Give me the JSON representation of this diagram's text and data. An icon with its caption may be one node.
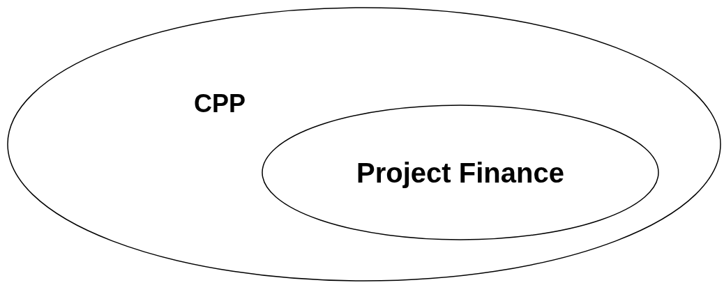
{
  "diagram": {
    "nodes": [
      {
        "text": [
          "CPP"
        ]
      },
      {
        "text": [
          "Project Finance"
        ],
        "in": 0
      }
    ]
  }
}
